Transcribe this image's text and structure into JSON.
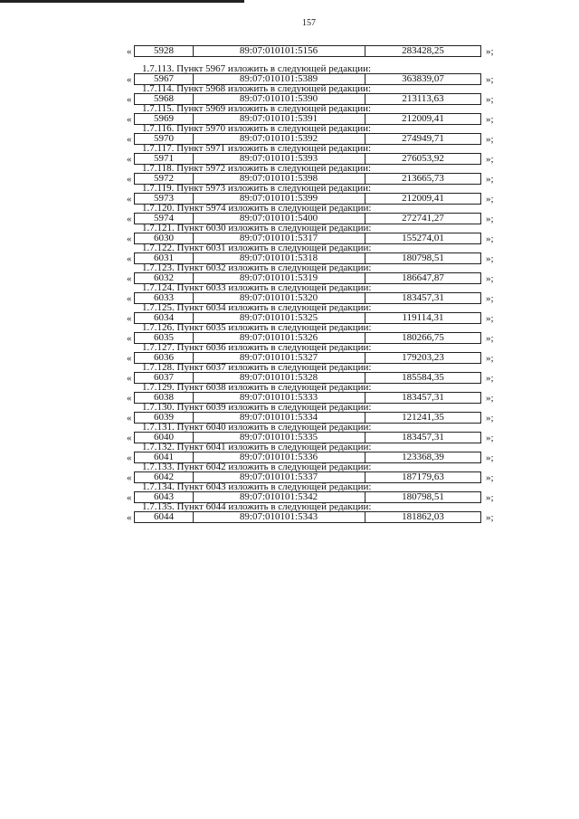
{
  "page_number": "157",
  "quote_open": "«",
  "quote_close": "»;",
  "rows": [
    {
      "heading": "",
      "num": "5928",
      "cadastral": "89:07:010101:5156",
      "value": "283428,25"
    },
    {
      "heading": "1.7.113. Пункт 5967 изложить в следующей редакции:",
      "num": "5967",
      "cadastral": "89:07:010101:5389",
      "value": "363839,07"
    },
    {
      "heading": "1.7.114. Пункт 5968 изложить в следующей редакции:",
      "num": "5968",
      "cadastral": "89:07:010101:5390",
      "value": "213113,63"
    },
    {
      "heading": "1.7.115. Пункт 5969 изложить в следующей редакции:",
      "num": "5969",
      "cadastral": "89:07:010101:5391",
      "value": "212009,41"
    },
    {
      "heading": "1.7.116. Пункт 5970 изложить в следующей редакции:",
      "num": "5970",
      "cadastral": "89:07:010101:5392",
      "value": "274949,71"
    },
    {
      "heading": "1.7.117. Пункт 5971 изложить в следующей редакции:",
      "num": "5971",
      "cadastral": "89:07:010101:5393",
      "value": "276053,92"
    },
    {
      "heading": "1.7.118. Пункт 5972 изложить в следующей редакции:",
      "num": "5972",
      "cadastral": "89:07:010101:5398",
      "value": "213665,73"
    },
    {
      "heading": "1.7.119. Пункт 5973 изложить в следующей редакции:",
      "num": "5973",
      "cadastral": "89:07:010101:5399",
      "value": "212009,41"
    },
    {
      "heading": "1.7.120. Пункт 5974 изложить в следующей редакции:",
      "num": "5974",
      "cadastral": "89:07:010101:5400",
      "value": "272741,27"
    },
    {
      "heading": "1.7.121. Пункт 6030 изложить в следующей редакции:",
      "num": "6030",
      "cadastral": "89:07:010101:5317",
      "value": "155274,01"
    },
    {
      "heading": "1.7.122. Пункт 6031 изложить в следующей редакции:",
      "num": "6031",
      "cadastral": "89:07:010101:5318",
      "value": "180798,51"
    },
    {
      "heading": "1.7.123. Пункт 6032 изложить в следующей редакции:",
      "num": "6032",
      "cadastral": "89:07:010101:5319",
      "value": "186647,87"
    },
    {
      "heading": "1.7.124. Пункт 6033 изложить в следующей редакции:",
      "num": "6033",
      "cadastral": "89:07:010101:5320",
      "value": "183457,31"
    },
    {
      "heading": "1.7.125. Пункт 6034 изложить в следующей редакции:",
      "num": "6034",
      "cadastral": "89:07:010101:5325",
      "value": "119114,31"
    },
    {
      "heading": "1.7.126. Пункт 6035 изложить в следующей редакции:",
      "num": "6035",
      "cadastral": "89:07:010101:5326",
      "value": "180266,75"
    },
    {
      "heading": "1.7.127. Пункт 6036 изложить в следующей редакции:",
      "num": "6036",
      "cadastral": "89:07:010101:5327",
      "value": "179203,23"
    },
    {
      "heading": "1.7.128. Пункт 6037 изложить в следующей редакции:",
      "num": "6037",
      "cadastral": "89:07:010101:5328",
      "value": "185584,35"
    },
    {
      "heading": "1.7.129. Пункт 6038 изложить в следующей редакции:",
      "num": "6038",
      "cadastral": "89:07:010101:5333",
      "value": "183457,31"
    },
    {
      "heading": "1.7.130. Пункт 6039 изложить в следующей редакции:",
      "num": "6039",
      "cadastral": "89:07:010101:5334",
      "value": "121241,35"
    },
    {
      "heading": "1.7.131. Пункт 6040 изложить в следующей редакции:",
      "num": "6040",
      "cadastral": "89:07:010101:5335",
      "value": "183457,31"
    },
    {
      "heading": "1.7.132. Пункт 6041 изложить в следующей редакции:",
      "num": "6041",
      "cadastral": "89:07:010101:5336",
      "value": "123368,39"
    },
    {
      "heading": "1.7.133. Пункт 6042 изложить в следующей редакции:",
      "num": "6042",
      "cadastral": "89:07:010101:5337",
      "value": "187179,63"
    },
    {
      "heading": "1.7.134. Пункт 6043 изложить в следующей редакции:",
      "num": "6043",
      "cadastral": "89:07:010101:5342",
      "value": "180798,51"
    },
    {
      "heading": "1.7.135. Пункт 6044 изложить в следующей редакции:",
      "num": "6044",
      "cadastral": "89:07:010101:5343",
      "value": "181862,03"
    }
  ]
}
